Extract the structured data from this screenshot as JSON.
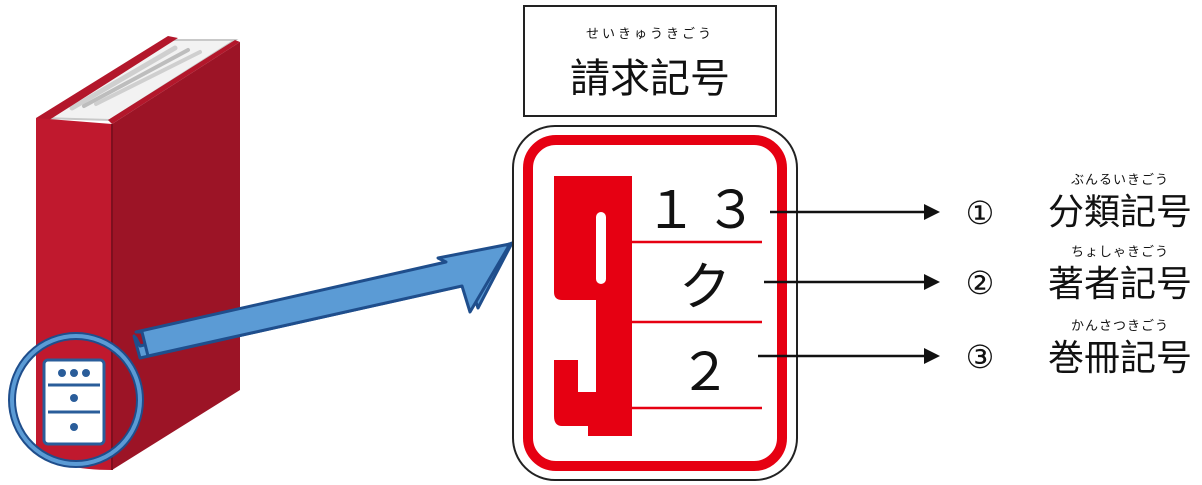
{
  "title": {
    "reading": "せいきゅうきごう",
    "text": "請求記号"
  },
  "label_values": {
    "class_number": "１３",
    "author_mark": "ク",
    "volume_number": "２"
  },
  "label_big_glyph": "9",
  "items": [
    {
      "marker": "①",
      "reading": "ぶんるいきごう",
      "text": "分類記号"
    },
    {
      "marker": "②",
      "reading": "ちょしゃきごう",
      "text": "著者記号"
    },
    {
      "marker": "③",
      "reading": "かんさつきごう",
      "text": "巻冊記号"
    }
  ],
  "colors": {
    "book_red": "#b3172b",
    "label_red": "#e60012",
    "arrow_blue": "#5b9bd5",
    "arrow_outline": "#1f4e8c"
  }
}
